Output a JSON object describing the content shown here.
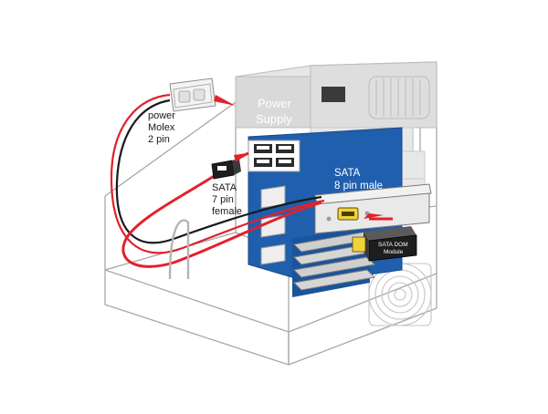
{
  "labels": {
    "power_supply": [
      "Power",
      "Supply"
    ],
    "molex": [
      "power",
      "Molex",
      "2 pin"
    ],
    "sata7": [
      "SATA",
      "7 pin",
      "female"
    ],
    "sata8": [
      "SATA",
      "8 pin male"
    ],
    "satadom": [
      "SATA DOM",
      "Module"
    ]
  },
  "colors": {
    "case_line": "#a8a8a8",
    "psu": "#d6d6d6",
    "board_blue": "#1f5fad",
    "cable_red": "#e3202b",
    "cable_black": "#1a1a1a",
    "bracket": "#e9e9e9"
  }
}
